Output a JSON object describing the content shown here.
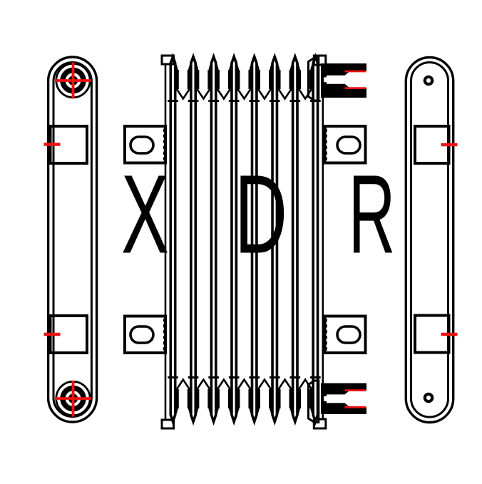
{
  "figure": {
    "letters": {
      "left": "X",
      "center": "D",
      "right": "R"
    },
    "colors": {
      "ink": "#000000",
      "red": "#ee1111",
      "background": "#ffffff"
    },
    "counts": {
      "fin_columns": 8,
      "hex_cells_per_band": 7,
      "mount_tabs": 4,
      "bracket_tabs": 4,
      "fittings": 2,
      "crosshair_targets": 2,
      "bracket_holes": 2,
      "red_tick_marks": 4,
      "red_seal_lines": 4
    }
  }
}
